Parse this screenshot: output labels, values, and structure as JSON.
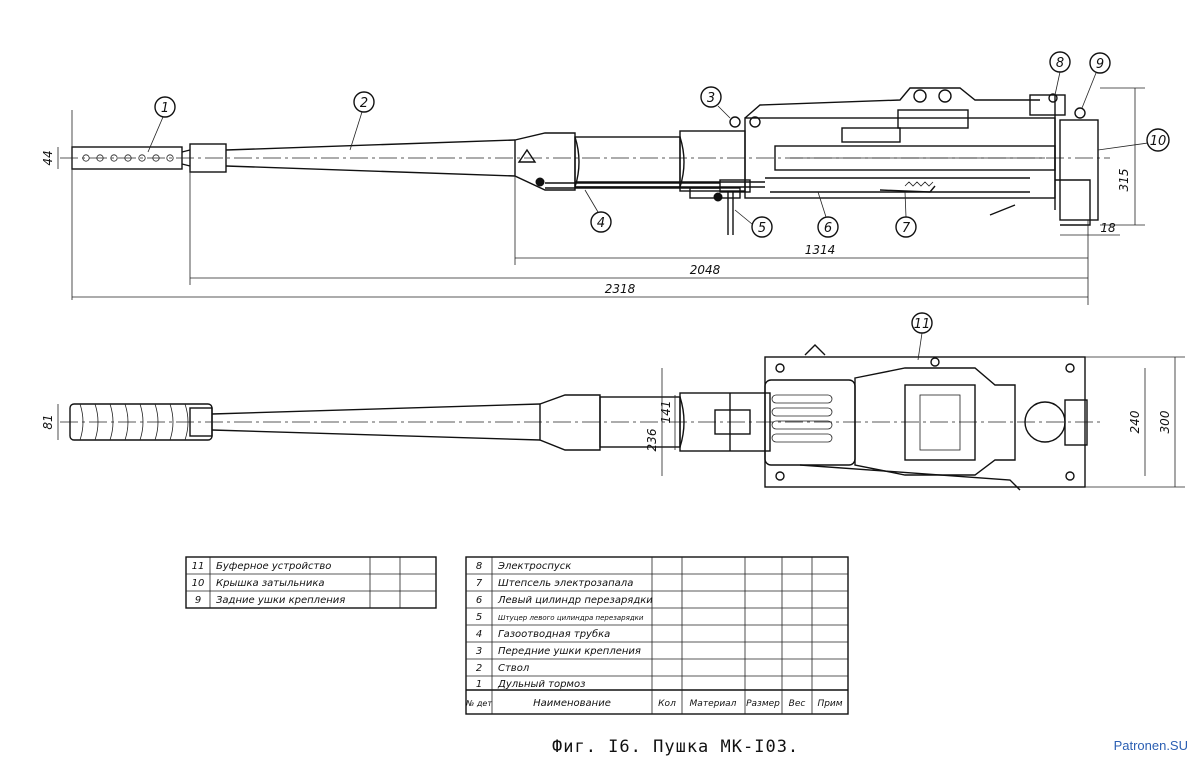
{
  "callouts": [
    "1",
    "2",
    "3",
    "4",
    "5",
    "6",
    "7",
    "8",
    "9",
    "10",
    "11"
  ],
  "dimensions": {
    "d_muzzle_h": "44",
    "d_1314": "1314",
    "d_2048": "2048",
    "d_2318": "2318",
    "d_315": "315",
    "d_18": "18",
    "d_81": "81",
    "d_236": "236",
    "d_141": "141",
    "d_240": "240",
    "d_300": "300"
  },
  "parts_table": {
    "left_rows": [
      {
        "num": "11",
        "name": "Буферное устройство"
      },
      {
        "num": "10",
        "name": "Крышка затыльника"
      },
      {
        "num": "9",
        "name": "Задние ушки крепления"
      }
    ],
    "right_rows": [
      {
        "num": "8",
        "name": "Электроспуск"
      },
      {
        "num": "7",
        "name": "Штепсель электрозапала"
      },
      {
        "num": "6",
        "name": "Левый цилиндр перезарядки"
      },
      {
        "num": "5",
        "name": "Штуцер левого цилиндра перезарядки"
      },
      {
        "num": "4",
        "name": "Газоотводная трубка"
      },
      {
        "num": "3",
        "name": "Передние ушки крепления"
      },
      {
        "num": "2",
        "name": "Ствол"
      },
      {
        "num": "1",
        "name": "Дульный тормоз"
      }
    ],
    "header": {
      "num": "№ дет",
      "name": "Наименование",
      "qty": "Кол",
      "material": "Материал",
      "size": "Размер",
      "weight": "Вес",
      "note": "Прим"
    }
  },
  "caption": "Фиг. I6. Пушка МК-I03.",
  "watermark": "Patronen.SU"
}
